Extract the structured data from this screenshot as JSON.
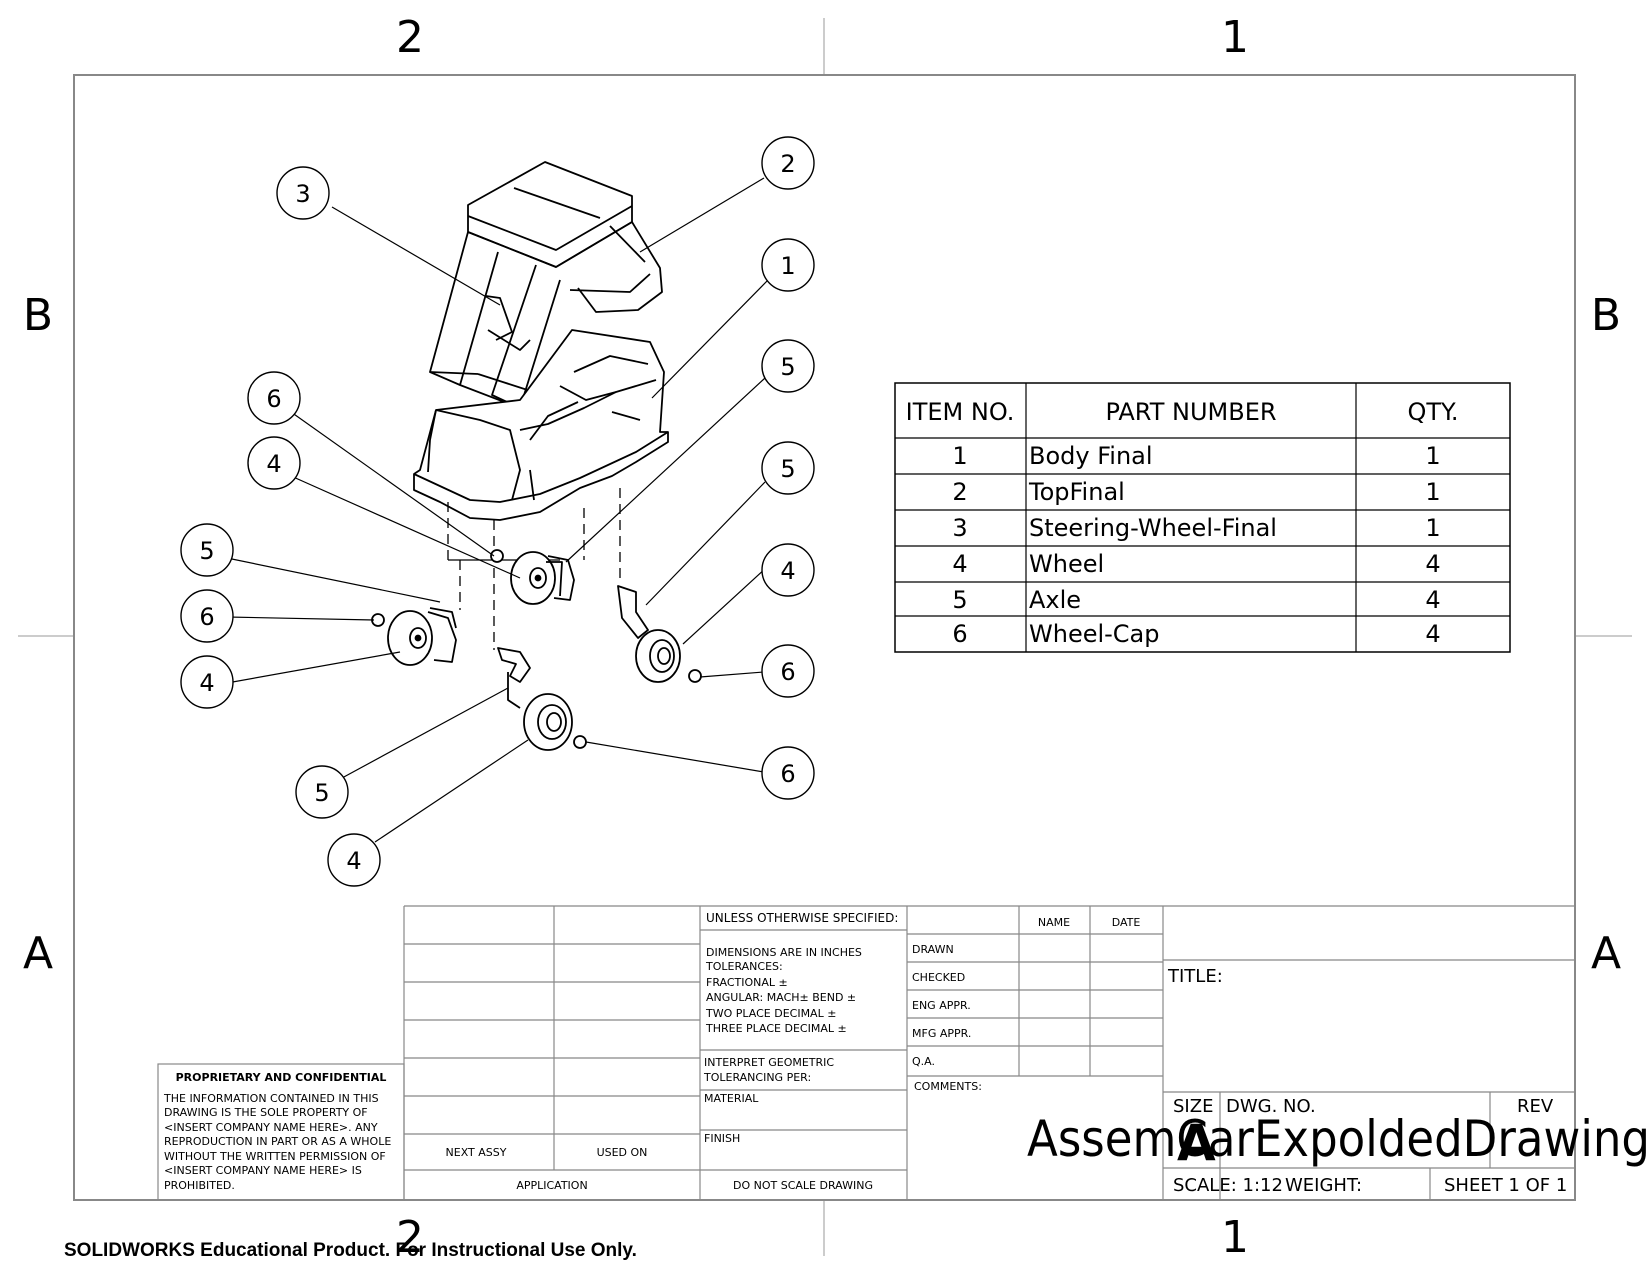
{
  "zones": {
    "top_left": "2",
    "top_right": "1",
    "left_upper": "B",
    "left_lower": "A",
    "right_upper": "B",
    "right_lower": "A",
    "bottom_left": "2",
    "bottom_right": "1"
  },
  "balloons": [
    "3",
    "2",
    "1",
    "5",
    "6",
    "4",
    "5",
    "5",
    "6",
    "4",
    "4",
    "6",
    "5",
    "4",
    "6"
  ],
  "bom": {
    "headers": [
      "ITEM NO.",
      "PART NUMBER",
      "QTY."
    ],
    "rows": [
      {
        "item": "1",
        "part": "Body Final",
        "qty": "1"
      },
      {
        "item": "2",
        "part": "TopFinal",
        "qty": "1"
      },
      {
        "item": "3",
        "part": "Steering-Wheel-Final",
        "qty": "1"
      },
      {
        "item": "4",
        "part": "Wheel",
        "qty": "4"
      },
      {
        "item": "5",
        "part": "Axle",
        "qty": "4"
      },
      {
        "item": "6",
        "part": "Wheel-Cap",
        "qty": "4"
      }
    ]
  },
  "title_block": {
    "unless": "UNLESS OTHERWISE SPECIFIED:",
    "dims": "DIMENSIONS ARE IN INCHES",
    "tol": "TOLERANCES:",
    "frac": "FRACTIONAL ±",
    "angular": "ANGULAR: MACH±    BEND ±",
    "two_place": "TWO PLACE DECIMAL    ±",
    "three_place": "THREE PLACE DECIMAL  ±",
    "interpret1": "INTERPRET GEOMETRIC",
    "interpret2": "TOLERANCING PER:",
    "material": "MATERIAL",
    "finish": "FINISH",
    "do_not_scale": "DO NOT SCALE DRAWING",
    "next_assy": "NEXT ASSY",
    "used_on": "USED ON",
    "application": "APPLICATION",
    "name": "NAME",
    "date": "DATE",
    "drawn": "DRAWN",
    "checked": "CHECKED",
    "eng_appr": "ENG APPR.",
    "mfg_appr": "MFG APPR.",
    "qa": "Q.A.",
    "comments": "COMMENTS:",
    "title": "TITLE:",
    "size": "SIZE",
    "size_val": "A",
    "dwg_no": "DWG.  NO.",
    "rev": "REV",
    "dwg_name": "AssemCarExpoldedDrawing",
    "scale": "SCALE: 1:12",
    "weight": "WEIGHT:",
    "sheet": "SHEET 1 OF 1",
    "proprietary_title": "PROPRIETARY AND CONFIDENTIAL",
    "proprietary_lines": [
      "THE INFORMATION CONTAINED IN THIS",
      "DRAWING IS THE SOLE PROPERTY OF",
      "<INSERT COMPANY NAME HERE>.  ANY",
      "REPRODUCTION IN PART OR AS A WHOLE",
      "WITHOUT THE WRITTEN PERMISSION OF",
      "<INSERT COMPANY NAME HERE> IS",
      "PROHIBITED."
    ]
  },
  "footer": "SOLIDWORKS Educational Product. For Instructional Use Only."
}
